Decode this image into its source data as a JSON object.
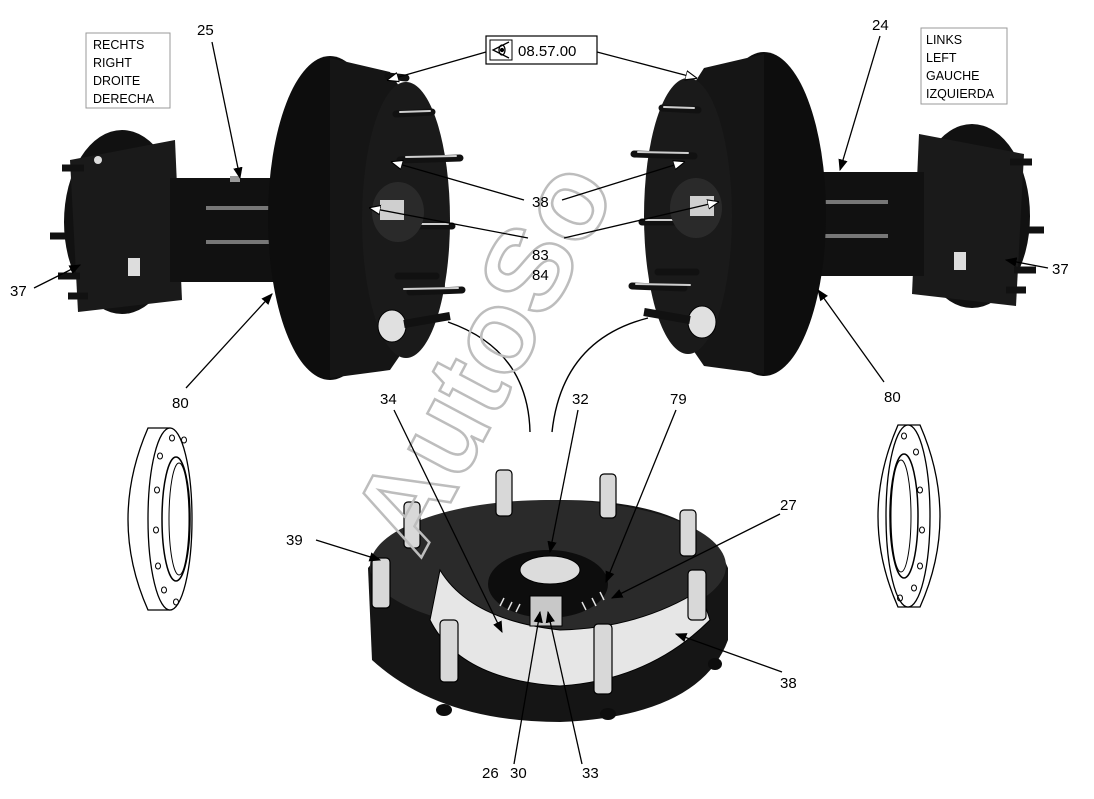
{
  "side_labels": {
    "right": [
      "RECHTS",
      "RIGHT",
      "DROITE",
      "DERECHA"
    ],
    "left": [
      "LINKS",
      "LEFT",
      "GAUCHE",
      "IZQUIERDA"
    ]
  },
  "reference": {
    "icon": "eye-view-icon",
    "code": "08.57.00"
  },
  "watermark": "AutoSo",
  "callouts": {
    "c25": "25",
    "c24": "24",
    "c38_top": "38",
    "c83": "83",
    "c84": "84",
    "c37_left": "37",
    "c37_right": "37",
    "c80_left": "80",
    "c80_right": "80",
    "c34": "34",
    "c32": "32",
    "c79": "79",
    "c27": "27",
    "c39": "39",
    "c38_bottom": "38",
    "c26": "26",
    "c30": "30",
    "c33": "33"
  },
  "colors": {
    "part_fill": "#111111",
    "ink": "#000000",
    "watermark": "#bdbdbd"
  }
}
